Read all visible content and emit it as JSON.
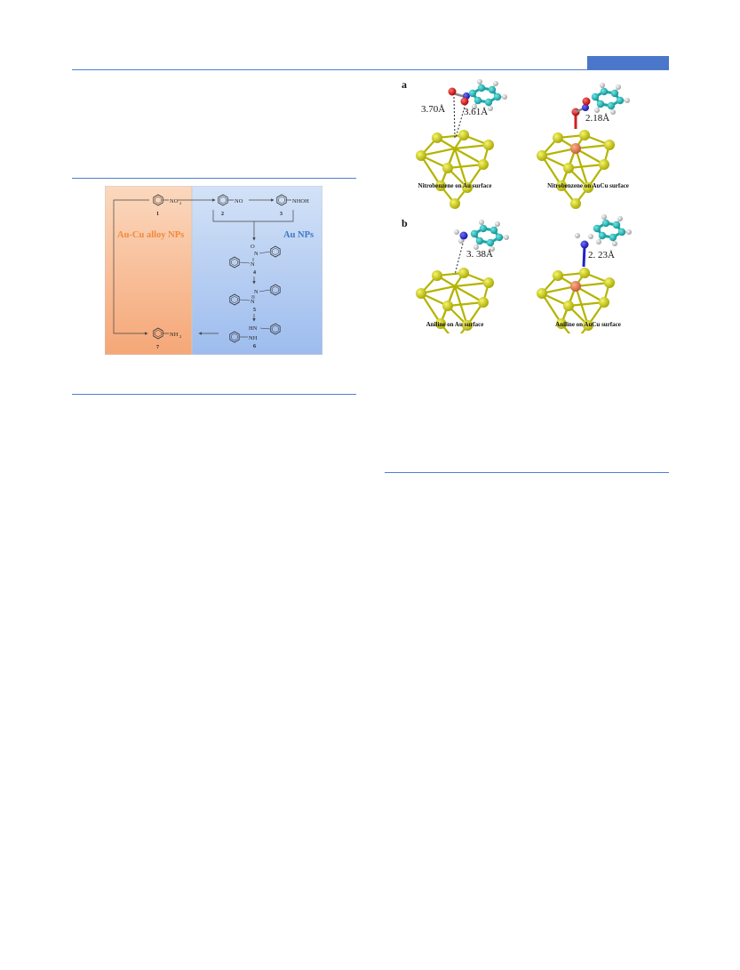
{
  "scheme": {
    "alloy_label": "Au-Cu alloy NPs",
    "au_label": "Au NPs",
    "compounds": [
      {
        "number": "1",
        "group": "NO2"
      },
      {
        "number": "2",
        "group": "NO"
      },
      {
        "number": "3",
        "group": "NHOH"
      },
      {
        "number": "4",
        "group": "O"
      },
      {
        "number": "5",
        "group": "N=N"
      },
      {
        "number": "6",
        "group": "HN-NH"
      },
      {
        "number": "7",
        "group": "NH2"
      }
    ],
    "atoms": {
      "n": "N",
      "hn": "HN",
      "nh": "NH",
      "o_minus": "O"
    },
    "subscript_two": "2"
  },
  "figure": {
    "panel_a": {
      "label": "a",
      "left": {
        "distance_1": "3.70Å",
        "distance_2": "3.61Å",
        "caption": "Nitrobenzene on Au surface"
      },
      "right": {
        "distance": "2.18Å",
        "caption": "Nitrobenzene on AuCu surface"
      }
    },
    "panel_b": {
      "label": "b",
      "left": {
        "distance": "3. 38Å",
        "caption": "Aniline on Au surface"
      },
      "right": {
        "distance": "2. 23Å",
        "caption": "Aniline on AuCu surface"
      }
    }
  },
  "colors": {
    "rule": "#4f7fd0",
    "header_bar": "#4a77c9",
    "alloy_fill": "#f7bf95",
    "au_fill": "#b3cdf2",
    "alloy_text": "#f08a3c",
    "au_text": "#3d78c8",
    "gold": "#c8c80c",
    "copper": "#e07a52",
    "carbon": "#1fb5b5",
    "oxygen": "#dd2222",
    "nitrogen": "#2a2ad0",
    "hydrogen": "#e8e8e8"
  }
}
